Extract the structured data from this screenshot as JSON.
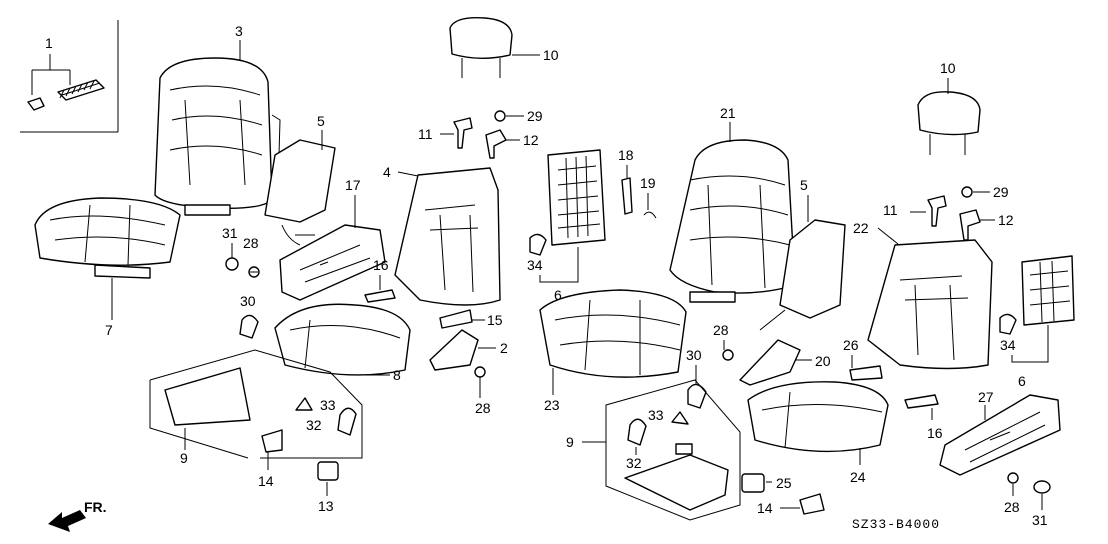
{
  "diagram": {
    "diagram_code": "SZ33-B4000",
    "direction_label": "FR.",
    "callouts": [
      "1",
      "3",
      "5",
      "7",
      "10",
      "11",
      "29",
      "12",
      "4",
      "17",
      "31",
      "28",
      "30",
      "16",
      "15",
      "2",
      "8",
      "9",
      "33",
      "32",
      "14",
      "13",
      "28b",
      "18",
      "19",
      "34",
      "6",
      "21",
      "23",
      "10b",
      "11b",
      "29b",
      "12",
      "5b",
      "28c",
      "22",
      "20",
      "26",
      "34b",
      "6b",
      "9b",
      "30b",
      "33b",
      "32b",
      "25",
      "24",
      "16b",
      "27",
      "14b",
      "28d",
      "31b"
    ],
    "labels": {
      "c1": "1",
      "c3": "3",
      "c5": "5",
      "c7": "7",
      "c10": "10",
      "c11": "11",
      "c29": "29",
      "c12": "12",
      "c4": "4",
      "c17": "17",
      "c31": "31",
      "c28": "28",
      "c30": "30",
      "c16": "16",
      "c15": "15",
      "c2": "2",
      "c8": "8",
      "c9": "9",
      "c33": "33",
      "c32": "32",
      "c14": "14",
      "c13": "13",
      "c28b": "28",
      "c18": "18",
      "c19": "19",
      "c34": "34",
      "c6": "6",
      "c21": "21",
      "c23": "23",
      "c10b": "10",
      "c11b": "11",
      "c29b": "29",
      "c12b": "12",
      "c5b": "5",
      "c28c": "28",
      "c22": "22",
      "c20": "20",
      "c26": "26",
      "c34b": "34",
      "c6b": "6",
      "c9b": "9",
      "c30b": "30",
      "c33b": "33",
      "c32b": "32",
      "c25": "25",
      "c24": "24",
      "c16b": "16",
      "c27": "27",
      "c14b": "14",
      "c28d": "28",
      "c31b": "31"
    }
  }
}
